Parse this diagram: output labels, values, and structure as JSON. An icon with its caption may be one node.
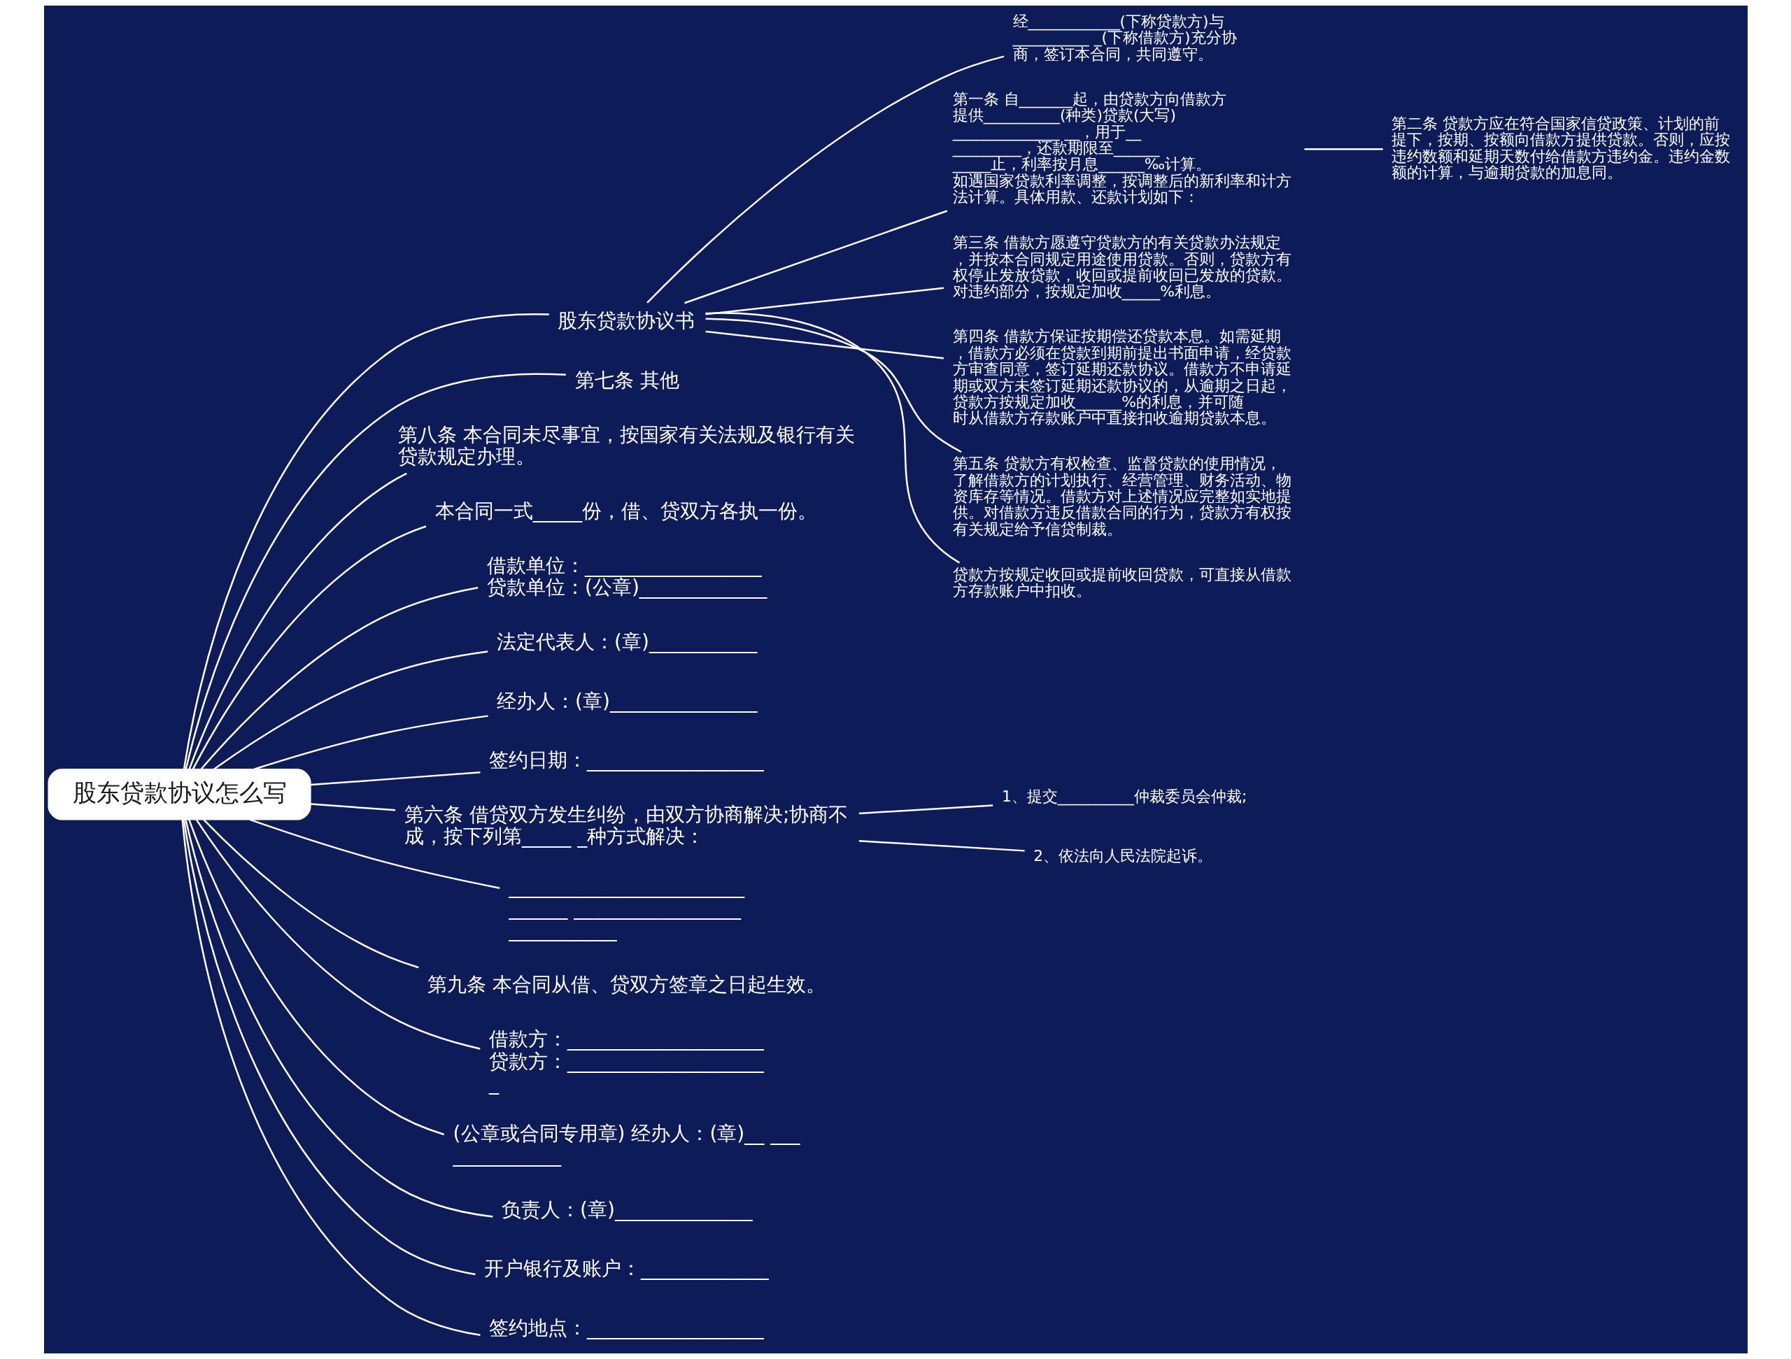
{
  "diagram": {
    "nodes": [
      {
        "text": [
          "股东贷款协议怎么写"
        ]
      },
      {
        "text": [
          "股东贷款协议书"
        ]
      },
      {
        "text": [
          "经____________(下称贷款方)与 __________ _(下称借款方)充分协商，签订本合同，共同遵守。"
        ]
      },
      {
        "text": [
          "第一条 自_______起，由贷款方向借款方提供__________(种类)贷款(大写)______________ __，用于___________，还款期限至______ _____止，利率按月息______‰计算。如遇国家贷款利率调整，按调整后的新利率和计方法计算。具体用款、还款计划如下："
        ]
      },
      {
        "text": [
          "第二条 贷款方应在符合国家信贷政策、计划的前提下，按期、按额向借款方提供贷款。否则，应按违约数额和延期天数付给借款方违约金。违约金数额的计算，与逾期贷款的加息同。"
        ]
      },
      {
        "text": [
          "第三条 借款方愿遵守贷款方的有关贷款办法规定，并按本合同规定用途使用贷款。否则，贷款方有权停止发放贷款，收回或提前收回已发放的贷款。对违约部分，按规定加收_____%利息。"
        ]
      },
      {
        "text": [
          "第四条 借款方保证按期偿还贷款本息。如需延期，借款方必须在贷款到期前提出书面申请，经贷款方审查同意，签订延期还款协议。借款方不申请延期或双方未签订延期还款协议的，从逾期之日起，贷款方按规定加收______%的利息，并可随时从借款方存款账户中直接扣收逾期贷款本息。"
        ]
      },
      {
        "text": [
          "第五条 贷款方有权检查、监督贷款的使用情况，了解借款方的计划执行、经营管理、财务活动、物资库存等情况。借款方对上述情况应完整如实地提供。对借款方违反借款合同的行为，贷款方有权按有关规定给予信贷制裁。"
        ]
      },
      {
        "text": [
          "贷款方按规定收回或提前收回贷款，可直接从借款方存款账户中扣收。"
        ]
      },
      {
        "text": [
          "第七条 其他"
        ]
      },
      {
        "text": [
          "第八条 本合同未尽事宜，按国家有关法规及银行有关贷款规定办理。"
        ]
      },
      {
        "text": [
          "本合同一式_____份，借、贷双方各执一份。"
        ]
      },
      {
        "text": [
          "借款单位：__________________",
          "贷款单位：(公章)_____________"
        ]
      },
      {
        "text": [
          "法定代表人：(章)___________"
        ]
      },
      {
        "text": [
          "经办人：(章)_______________"
        ]
      },
      {
        "text": [
          "签约日期：__________________"
        ]
      },
      {
        "text": [
          "第六条 借贷双方发生纠纷，由双方协商解决;协商不成，按下列第_____ _种方式解决："
        ]
      },
      {
        "text": [
          "1、提交__________仲裁委员会仲裁;"
        ]
      },
      {
        "text": [
          "2、依法向人民法院起诉。"
        ]
      },
      {
        "text": [
          "______________________________ ____________________________"
        ]
      },
      {
        "text": [
          "第九条 本合同从借、贷双方签章之日起生效。"
        ]
      },
      {
        "text": [
          "借款方：____________________",
          "贷款方：_____________________"
        ]
      },
      {
        "text": [
          "(公章或合同专用章) 经办人：(章)__ ______________"
        ]
      },
      {
        "text": [
          "负责人：(章)______________"
        ]
      },
      {
        "text": [
          "开户银行及账户：_____________"
        ]
      },
      {
        "text": [
          "签约地点：__________________"
        ]
      }
    ],
    "edges": [
      {
        "from": 0,
        "to": 1,
        "arrow": "none"
      },
      {
        "from": 1,
        "to": 2,
        "arrow": "none"
      },
      {
        "from": 1,
        "to": 3,
        "arrow": "none"
      },
      {
        "from": 3,
        "to": 4,
        "arrow": "none"
      },
      {
        "from": 1,
        "to": 5,
        "arrow": "none"
      },
      {
        "from": 1,
        "to": 6,
        "arrow": "none"
      },
      {
        "from": 1,
        "to": 7,
        "arrow": "none"
      },
      {
        "from": 1,
        "to": 8,
        "arrow": "none"
      },
      {
        "from": 0,
        "to": 9,
        "arrow": "none"
      },
      {
        "from": 0,
        "to": 10,
        "arrow": "none"
      },
      {
        "from": 0,
        "to": 11,
        "arrow": "none"
      },
      {
        "from": 0,
        "to": 12,
        "arrow": "none"
      },
      {
        "from": 0,
        "to": 13,
        "arrow": "none"
      },
      {
        "from": 0,
        "to": 14,
        "arrow": "none"
      },
      {
        "from": 0,
        "to": 15,
        "arrow": "none"
      },
      {
        "from": 0,
        "to": 16,
        "arrow": "none"
      },
      {
        "from": 16,
        "to": 17,
        "arrow": "none"
      },
      {
        "from": 16,
        "to": 18,
        "arrow": "none"
      },
      {
        "from": 0,
        "to": 19,
        "arrow": "none"
      },
      {
        "from": 0,
        "to": 20,
        "arrow": "none"
      },
      {
        "from": 0,
        "to": 21,
        "arrow": "none"
      },
      {
        "from": 0,
        "to": 22,
        "arrow": "none"
      },
      {
        "from": 0,
        "to": 23,
        "arrow": "none"
      },
      {
        "from": 0,
        "to": 24,
        "arrow": "none"
      },
      {
        "from": 0,
        "to": 25,
        "arrow": "none"
      }
    ]
  }
}
